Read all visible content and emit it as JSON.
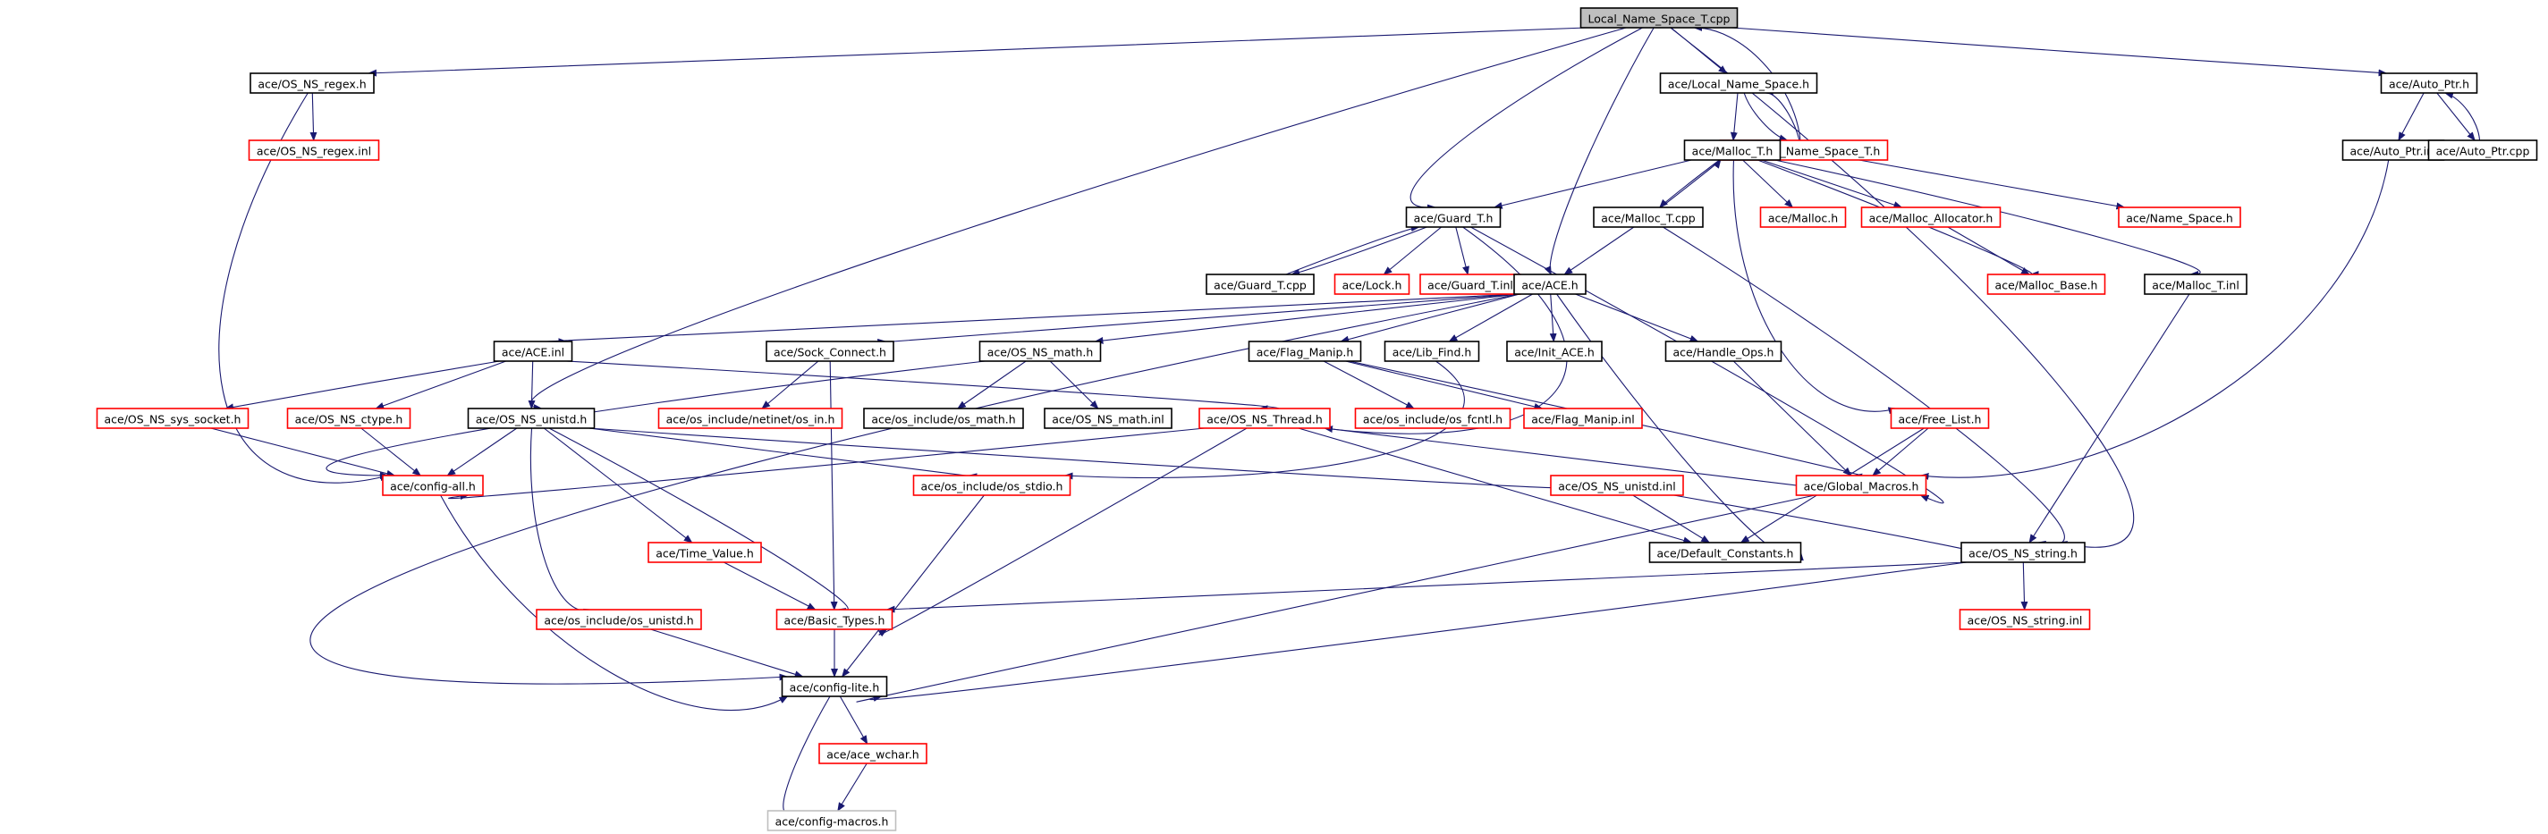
{
  "title": "Local_Name_Space_T.cpp",
  "colors": {
    "edge": "#191970",
    "documented_border": "#000000",
    "undocumented_border": "#ff0000",
    "external_border": "#bfbfbf",
    "root_fill": "#bfbfbf",
    "text": "#000000"
  },
  "nodes": [
    {
      "id": "root",
      "label": "Local_Name_Space_T.cpp",
      "kind": "root"
    },
    {
      "id": "os_ns_regex_h",
      "label": "ace/OS_NS_regex.h",
      "kind": "documented"
    },
    {
      "id": "os_ns_regex_inl",
      "label": "ace/OS_NS_regex.inl",
      "kind": "undocumented"
    },
    {
      "id": "local_name_space_h",
      "label": "ace/Local_Name_Space.h",
      "kind": "documented"
    },
    {
      "id": "local_name_space_t_h",
      "label": "ace/Local_Name_Space_T.h",
      "kind": "undocumented"
    },
    {
      "id": "auto_ptr_h",
      "label": "ace/Auto_Ptr.h",
      "kind": "documented"
    },
    {
      "id": "auto_ptr_inl",
      "label": "ace/Auto_Ptr.inl",
      "kind": "documented"
    },
    {
      "id": "auto_ptr_cpp",
      "label": "ace/Auto_Ptr.cpp",
      "kind": "documented"
    },
    {
      "id": "malloc_t_h",
      "label": "ace/Malloc_T.h",
      "kind": "documented"
    },
    {
      "id": "guard_t_h",
      "label": "ace/Guard_T.h",
      "kind": "documented"
    },
    {
      "id": "malloc_t_cpp",
      "label": "ace/Malloc_T.cpp",
      "kind": "documented"
    },
    {
      "id": "malloc_h",
      "label": "ace/Malloc.h",
      "kind": "undocumented"
    },
    {
      "id": "malloc_allocator_h",
      "label": "ace/Malloc_Allocator.h",
      "kind": "undocumented"
    },
    {
      "id": "name_space_h",
      "label": "ace/Name_Space.h",
      "kind": "undocumented"
    },
    {
      "id": "guard_t_cpp",
      "label": "ace/Guard_T.cpp",
      "kind": "documented"
    },
    {
      "id": "lock_h",
      "label": "ace/Lock.h",
      "kind": "undocumented"
    },
    {
      "id": "guard_t_inl",
      "label": "ace/Guard_T.inl",
      "kind": "undocumented"
    },
    {
      "id": "ace_h",
      "label": "ace/ACE.h",
      "kind": "documented"
    },
    {
      "id": "malloc_base_h",
      "label": "ace/Malloc_Base.h",
      "kind": "undocumented"
    },
    {
      "id": "malloc_t_inl",
      "label": "ace/Malloc_T.inl",
      "kind": "documented"
    },
    {
      "id": "ace_inl",
      "label": "ace/ACE.inl",
      "kind": "documented"
    },
    {
      "id": "sock_connect_h",
      "label": "ace/Sock_Connect.h",
      "kind": "documented"
    },
    {
      "id": "os_ns_math_h",
      "label": "ace/OS_NS_math.h",
      "kind": "documented"
    },
    {
      "id": "flag_manip_h",
      "label": "ace/Flag_Manip.h",
      "kind": "documented"
    },
    {
      "id": "lib_find_h",
      "label": "ace/Lib_Find.h",
      "kind": "documented"
    },
    {
      "id": "init_ace_h",
      "label": "ace/Init_ACE.h",
      "kind": "documented"
    },
    {
      "id": "handle_ops_h",
      "label": "ace/Handle_Ops.h",
      "kind": "documented"
    },
    {
      "id": "os_ns_sys_socket_h",
      "label": "ace/OS_NS_sys_socket.h",
      "kind": "undocumented"
    },
    {
      "id": "os_ns_ctype_h",
      "label": "ace/OS_NS_ctype.h",
      "kind": "undocumented"
    },
    {
      "id": "os_ns_unistd_h",
      "label": "ace/OS_NS_unistd.h",
      "kind": "documented"
    },
    {
      "id": "os_in_h",
      "label": "ace/os_include/netinet/os_in.h",
      "kind": "undocumented"
    },
    {
      "id": "os_math_h",
      "label": "ace/os_include/os_math.h",
      "kind": "documented"
    },
    {
      "id": "os_ns_math_inl",
      "label": "ace/OS_NS_math.inl",
      "kind": "documented"
    },
    {
      "id": "os_ns_thread_h",
      "label": "ace/OS_NS_Thread.h",
      "kind": "undocumented"
    },
    {
      "id": "os_fcntl_h",
      "label": "ace/os_include/os_fcntl.h",
      "kind": "undocumented"
    },
    {
      "id": "flag_manip_inl",
      "label": "ace/Flag_Manip.inl",
      "kind": "undocumented"
    },
    {
      "id": "free_list_h",
      "label": "ace/Free_List.h",
      "kind": "undocumented"
    },
    {
      "id": "config_all_h",
      "label": "ace/config-all.h",
      "kind": "undocumented"
    },
    {
      "id": "os_stdio_h",
      "label": "ace/os_include/os_stdio.h",
      "kind": "undocumented"
    },
    {
      "id": "os_ns_unistd_inl",
      "label": "ace/OS_NS_unistd.inl",
      "kind": "undocumented"
    },
    {
      "id": "global_macros_h",
      "label": "ace/Global_Macros.h",
      "kind": "undocumented"
    },
    {
      "id": "time_value_h",
      "label": "ace/Time_Value.h",
      "kind": "undocumented"
    },
    {
      "id": "default_constants_h",
      "label": "ace/Default_Constants.h",
      "kind": "documented"
    },
    {
      "id": "os_ns_string_h",
      "label": "ace/OS_NS_string.h",
      "kind": "documented"
    },
    {
      "id": "os_unistd_h",
      "label": "ace/os_include/os_unistd.h",
      "kind": "undocumented"
    },
    {
      "id": "basic_types_h",
      "label": "ace/Basic_Types.h",
      "kind": "undocumented"
    },
    {
      "id": "os_ns_string_inl",
      "label": "ace/OS_NS_string.inl",
      "kind": "undocumented"
    },
    {
      "id": "config_lite_h",
      "label": "ace/config-lite.h",
      "kind": "documented"
    },
    {
      "id": "ace_wchar_h",
      "label": "ace/ace_wchar.h",
      "kind": "undocumented"
    },
    {
      "id": "config_macros_h",
      "label": "ace/config-macros.h",
      "kind": "external"
    }
  ],
  "edges": [
    [
      "root",
      "os_ns_regex_h"
    ],
    [
      "root",
      "local_name_space_h"
    ],
    [
      "root",
      "auto_ptr_h"
    ],
    [
      "root",
      "guard_t_h"
    ],
    [
      "root",
      "ace_h"
    ],
    [
      "root",
      "os_ns_unistd_h"
    ],
    [
      "root",
      "os_ns_string_h"
    ],
    [
      "os_ns_regex_h",
      "os_ns_regex_inl"
    ],
    [
      "os_ns_regex_h",
      "config_all_h"
    ],
    [
      "local_name_space_h",
      "local_name_space_t_h"
    ],
    [
      "local_name_space_h",
      "malloc_t_h"
    ],
    [
      "local_name_space_t_h",
      "local_name_space_h"
    ],
    [
      "local_name_space_t_h",
      "root"
    ],
    [
      "local_name_space_t_h",
      "name_space_h"
    ],
    [
      "auto_ptr_h",
      "auto_ptr_inl"
    ],
    [
      "auto_ptr_h",
      "auto_ptr_cpp"
    ],
    [
      "auto_ptr_cpp",
      "auto_ptr_h"
    ],
    [
      "auto_ptr_inl",
      "global_macros_h"
    ],
    [
      "malloc_t_h",
      "guard_t_h"
    ],
    [
      "malloc_t_h",
      "malloc_t_cpp"
    ],
    [
      "malloc_t_h",
      "malloc_h"
    ],
    [
      "malloc_t_h",
      "malloc_allocator_h"
    ],
    [
      "malloc_t_h",
      "malloc_base_h"
    ],
    [
      "malloc_t_h",
      "malloc_t_inl"
    ],
    [
      "malloc_t_h",
      "free_list_h"
    ],
    [
      "malloc_t_cpp",
      "malloc_t_h"
    ],
    [
      "malloc_t_cpp",
      "ace_h"
    ],
    [
      "malloc_t_cpp",
      "os_ns_string_h"
    ],
    [
      "malloc_allocator_h",
      "malloc_base_h"
    ],
    [
      "guard_t_h",
      "guard_t_cpp"
    ],
    [
      "guard_t_h",
      "lock_h"
    ],
    [
      "guard_t_h",
      "guard_t_inl"
    ],
    [
      "guard_t_h",
      "global_macros_h"
    ],
    [
      "guard_t_h",
      "os_ns_thread_h"
    ],
    [
      "guard_t_cpp",
      "guard_t_h"
    ],
    [
      "malloc_t_inl",
      "os_ns_string_h"
    ],
    [
      "ace_h",
      "ace_inl"
    ],
    [
      "ace_h",
      "sock_connect_h"
    ],
    [
      "ace_h",
      "os_ns_math_h"
    ],
    [
      "ace_h",
      "flag_manip_h"
    ],
    [
      "ace_h",
      "lib_find_h"
    ],
    [
      "ace_h",
      "init_ace_h"
    ],
    [
      "ace_h",
      "handle_ops_h"
    ],
    [
      "ace_h",
      "default_constants_h"
    ],
    [
      "ace_h",
      "config_lite_h"
    ],
    [
      "ace_inl",
      "os_ns_sys_socket_h"
    ],
    [
      "ace_inl",
      "os_ns_ctype_h"
    ],
    [
      "ace_inl",
      "os_ns_unistd_h"
    ],
    [
      "ace_inl",
      "os_ns_thread_h"
    ],
    [
      "sock_connect_h",
      "os_in_h"
    ],
    [
      "sock_connect_h",
      "basic_types_h"
    ],
    [
      "os_ns_math_h",
      "os_math_h"
    ],
    [
      "os_ns_math_h",
      "os_ns_math_inl"
    ],
    [
      "os_ns_math_h",
      "config_all_h"
    ],
    [
      "flag_manip_h",
      "os_fcntl_h"
    ],
    [
      "flag_manip_h",
      "flag_manip_inl"
    ],
    [
      "flag_manip_h",
      "global_macros_h"
    ],
    [
      "lib_find_h",
      "os_stdio_h"
    ],
    [
      "handle_ops_h",
      "global_macros_h"
    ],
    [
      "os_ns_sys_socket_h",
      "config_all_h"
    ],
    [
      "os_ns_ctype_h",
      "config_all_h"
    ],
    [
      "os_ns_unistd_h",
      "config_all_h"
    ],
    [
      "os_ns_unistd_h",
      "os_stdio_h"
    ],
    [
      "os_ns_unistd_h",
      "os_ns_unistd_inl"
    ],
    [
      "os_ns_unistd_h",
      "time_value_h"
    ],
    [
      "os_ns_unistd_h",
      "os_unistd_h"
    ],
    [
      "os_ns_unistd_h",
      "basic_types_h"
    ],
    [
      "os_ns_thread_h",
      "config_all_h"
    ],
    [
      "os_ns_thread_h",
      "global_macros_h"
    ],
    [
      "os_ns_thread_h",
      "default_constants_h"
    ],
    [
      "os_ns_thread_h",
      "basic_types_h"
    ],
    [
      "free_list_h",
      "global_macros_h"
    ],
    [
      "free_list_h",
      "default_constants_h"
    ],
    [
      "config_all_h",
      "config_lite_h"
    ],
    [
      "os_stdio_h",
      "config_lite_h"
    ],
    [
      "os_ns_unistd_inl",
      "default_constants_h"
    ],
    [
      "os_ns_unistd_inl",
      "os_ns_string_h"
    ],
    [
      "global_macros_h",
      "config_lite_h"
    ],
    [
      "time_value_h",
      "basic_types_h"
    ],
    [
      "os_ns_string_h",
      "basic_types_h"
    ],
    [
      "os_ns_string_h",
      "os_ns_string_inl"
    ],
    [
      "os_ns_string_h",
      "config_lite_h"
    ],
    [
      "os_unistd_h",
      "config_lite_h"
    ],
    [
      "basic_types_h",
      "config_lite_h"
    ],
    [
      "config_lite_h",
      "ace_wchar_h"
    ],
    [
      "config_lite_h",
      "config_macros_h"
    ],
    [
      "ace_wchar_h",
      "config_macros_h"
    ]
  ]
}
